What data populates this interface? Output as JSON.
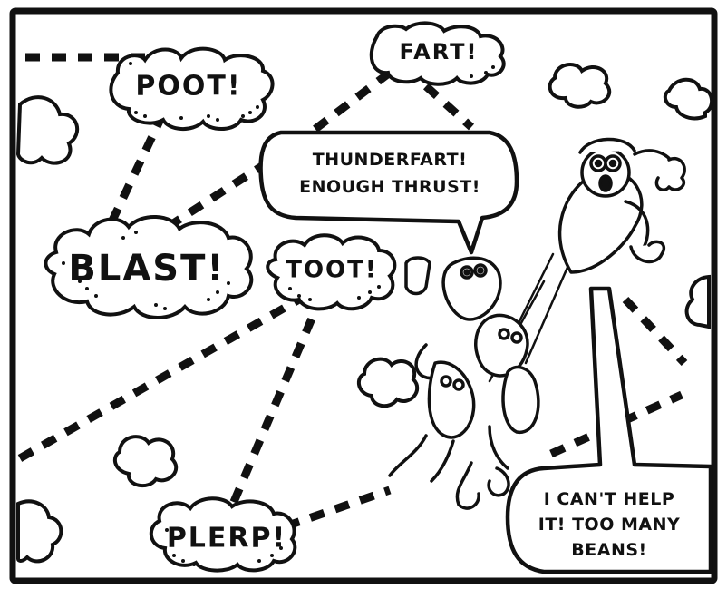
{
  "sound_effects": {
    "poot": "POOT!",
    "fart": "FART!",
    "blast": "BLAST!",
    "toot": "TOOT!",
    "plerp": "PLERP!"
  },
  "speech_bubbles": {
    "top": {
      "line1": "THUNDERFART!",
      "line2": "ENOUGH THRUST!"
    },
    "bottom": {
      "line1": "I CAN'T HELP",
      "line2": "IT! TOO MANY",
      "line3": "BEANS!"
    }
  }
}
